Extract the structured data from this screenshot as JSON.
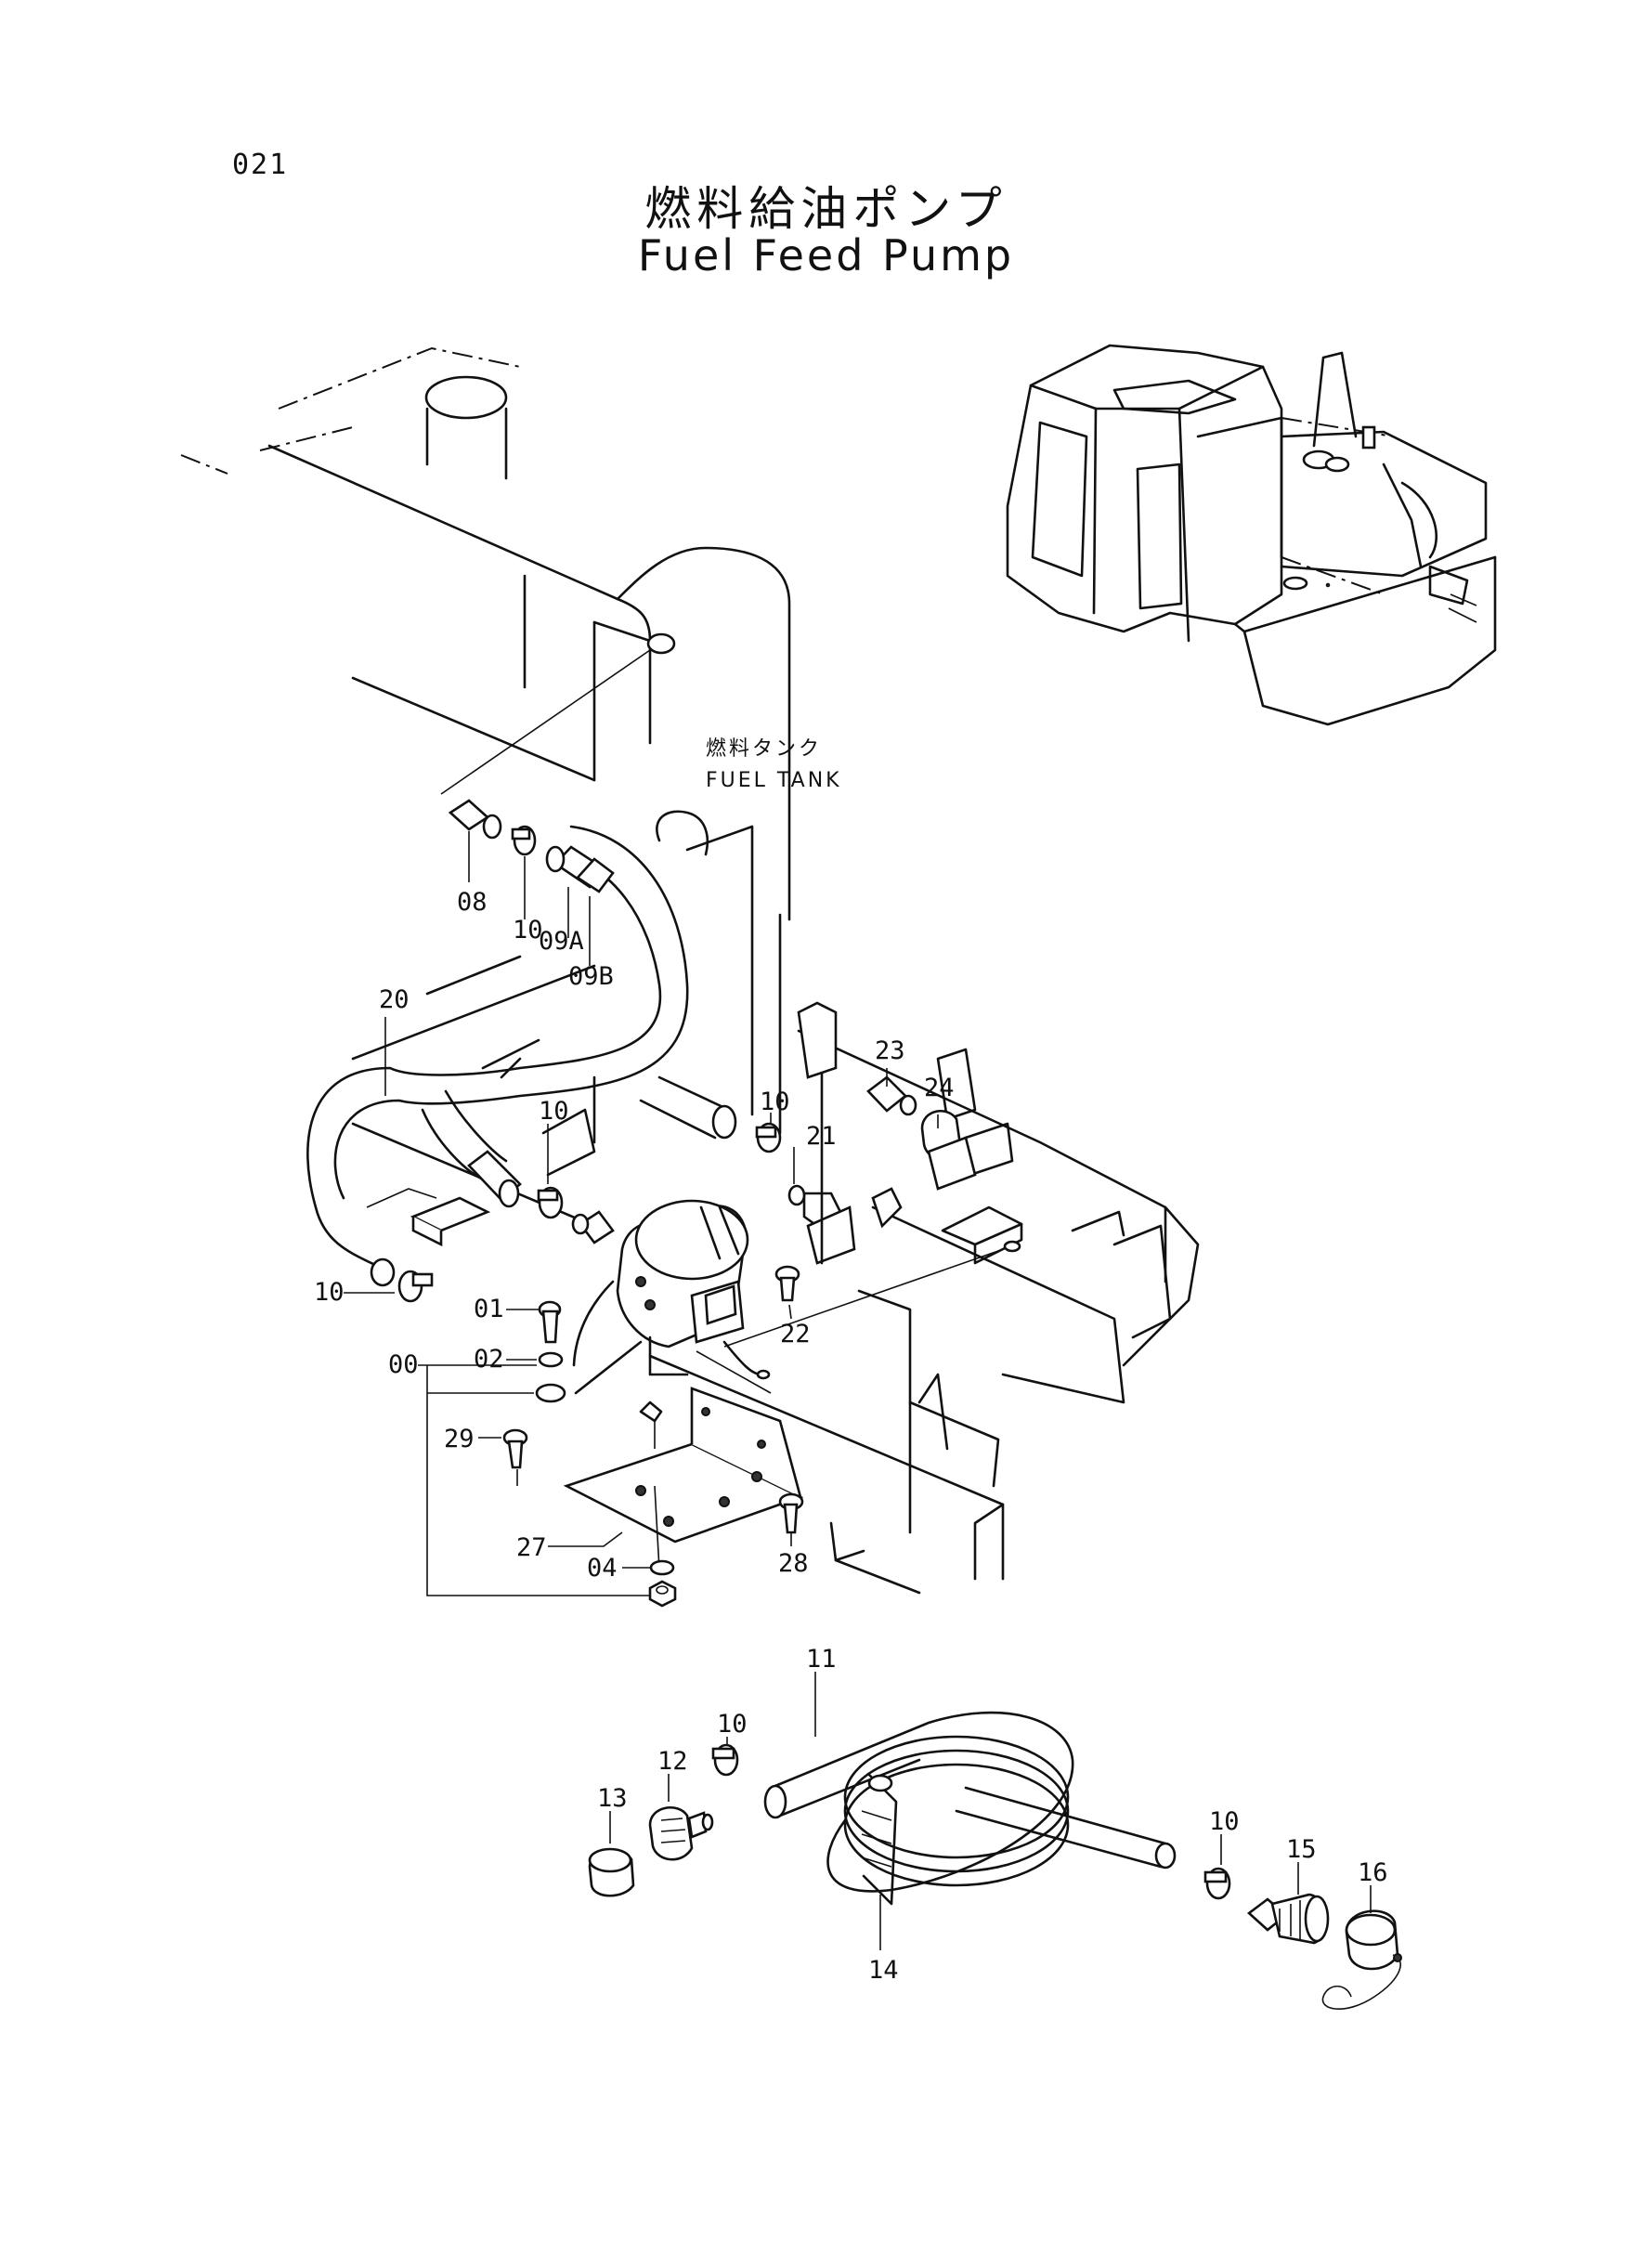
{
  "header": {
    "page_number": "021",
    "title_jp": "燃料給油ポンプ",
    "title_en": "Fuel Feed Pump"
  },
  "tank_label": {
    "jp": "燃料タンク",
    "en": "FUEL TANK"
  },
  "callouts": {
    "c08": "08",
    "c10a": "10",
    "c09a": "09A",
    "c09b": "09B",
    "c20": "20",
    "c10b": "10",
    "c10c": "10",
    "c23": "23",
    "c24": "24",
    "c21": "21",
    "c10d": "10",
    "c01": "01",
    "c02": "02",
    "c00": "00",
    "c22": "22",
    "c29": "29",
    "c27": "27",
    "c04": "04",
    "c28": "28",
    "c11": "11",
    "c10e": "10",
    "c12": "12",
    "c13": "13",
    "c14": "14",
    "c10f": "10",
    "c15": "15",
    "c16": "16"
  },
  "icons": {
    "excavator": "excavator-overview-icon",
    "fuel_tank": "fuel-tank-icon",
    "pump": "fuel-pump-icon",
    "hose_coil": "hose-coil-icon"
  }
}
